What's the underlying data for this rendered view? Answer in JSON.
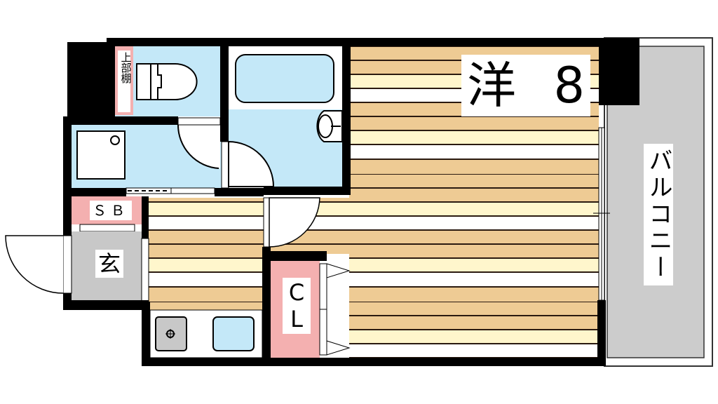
{
  "floor_plan": {
    "type": "1K apartment floor plan",
    "main_room": {
      "label_kanji": "洋",
      "label_size": "8",
      "meaning": "Western-style room, 8 tatami"
    },
    "balcony": {
      "label": "バルコニー"
    },
    "toilet": {
      "shelf_label": "上部棚"
    },
    "shoe_box": {
      "label": "ＳＢ"
    },
    "entrance": {
      "label": "玄"
    },
    "closet": {
      "label_line1": "C",
      "label_line2": "L"
    },
    "colors": {
      "wall": "#000000",
      "wet_area": "#c4e8f8",
      "storage": "#f4b0b0",
      "floor_tan": "#eecb94",
      "floor_cream": "#fff6cc",
      "floor_white": "#ffffff",
      "entrance_gray": "#c8c8c8",
      "balcony_gray": "#cccccc"
    }
  }
}
